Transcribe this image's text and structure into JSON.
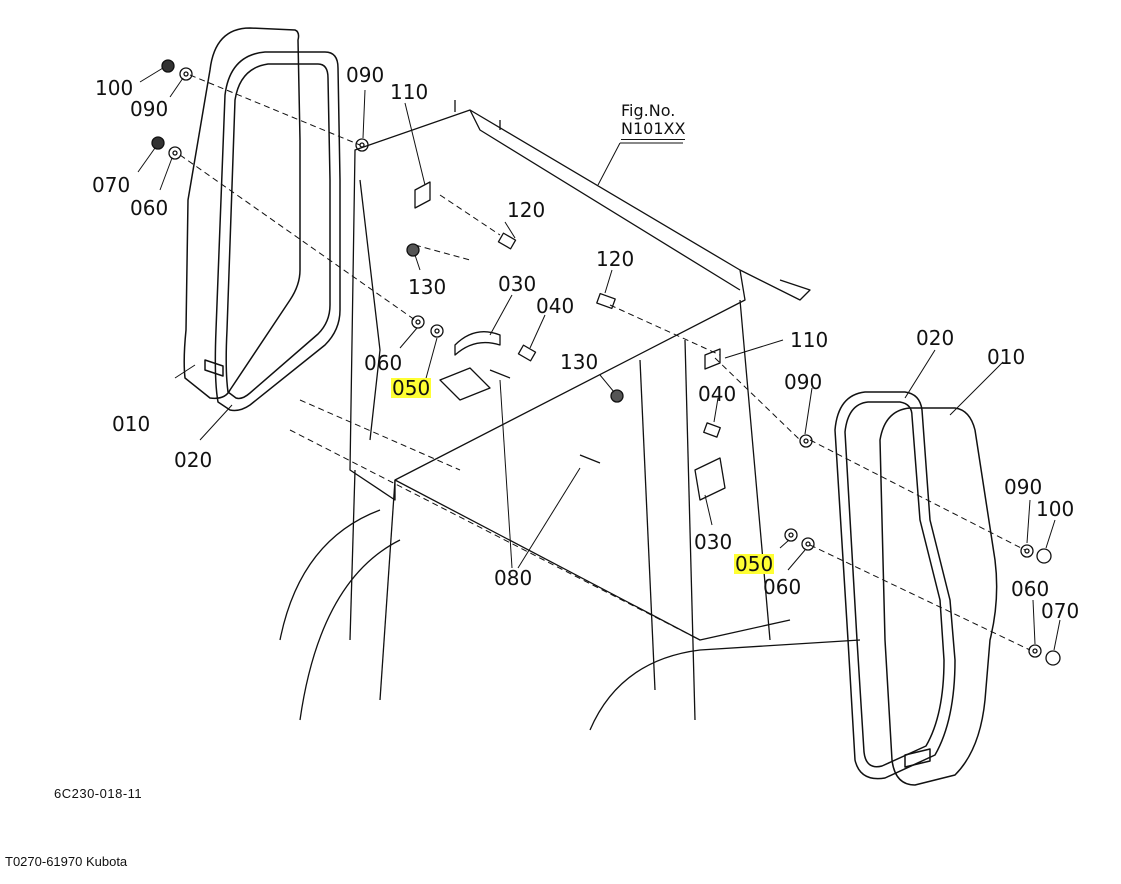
{
  "diagram": {
    "figure": {
      "label": "Fig.No.",
      "code": "N101XX"
    },
    "drawing_number": "6C230-018-11",
    "caption": "T0270-61970 Kubota",
    "highlight_color": "#ffff33",
    "callouts": [
      {
        "id": "c1",
        "text": "100"
      },
      {
        "id": "c2",
        "text": "090"
      },
      {
        "id": "c3",
        "text": "070"
      },
      {
        "id": "c4",
        "text": "060"
      },
      {
        "id": "c5",
        "text": "090"
      },
      {
        "id": "c6",
        "text": "110"
      },
      {
        "id": "c7",
        "text": "120"
      },
      {
        "id": "c8",
        "text": "130"
      },
      {
        "id": "c9",
        "text": "030"
      },
      {
        "id": "c10",
        "text": "040"
      },
      {
        "id": "c11",
        "text": "060"
      },
      {
        "id": "c12",
        "text": "050",
        "highlighted": true
      },
      {
        "id": "c13",
        "text": "010"
      },
      {
        "id": "c14",
        "text": "020"
      },
      {
        "id": "c15",
        "text": "120"
      },
      {
        "id": "c16",
        "text": "130"
      },
      {
        "id": "c17",
        "text": "110"
      },
      {
        "id": "c18",
        "text": "040"
      },
      {
        "id": "c19",
        "text": "090"
      },
      {
        "id": "c20",
        "text": "020"
      },
      {
        "id": "c21",
        "text": "010"
      },
      {
        "id": "c22",
        "text": "030"
      },
      {
        "id": "c23",
        "text": "050",
        "highlighted": true
      },
      {
        "id": "c24",
        "text": "060"
      },
      {
        "id": "c25",
        "text": "080"
      },
      {
        "id": "c26",
        "text": "090"
      },
      {
        "id": "c27",
        "text": "100"
      },
      {
        "id": "c28",
        "text": "060"
      },
      {
        "id": "c29",
        "text": "070"
      }
    ]
  }
}
